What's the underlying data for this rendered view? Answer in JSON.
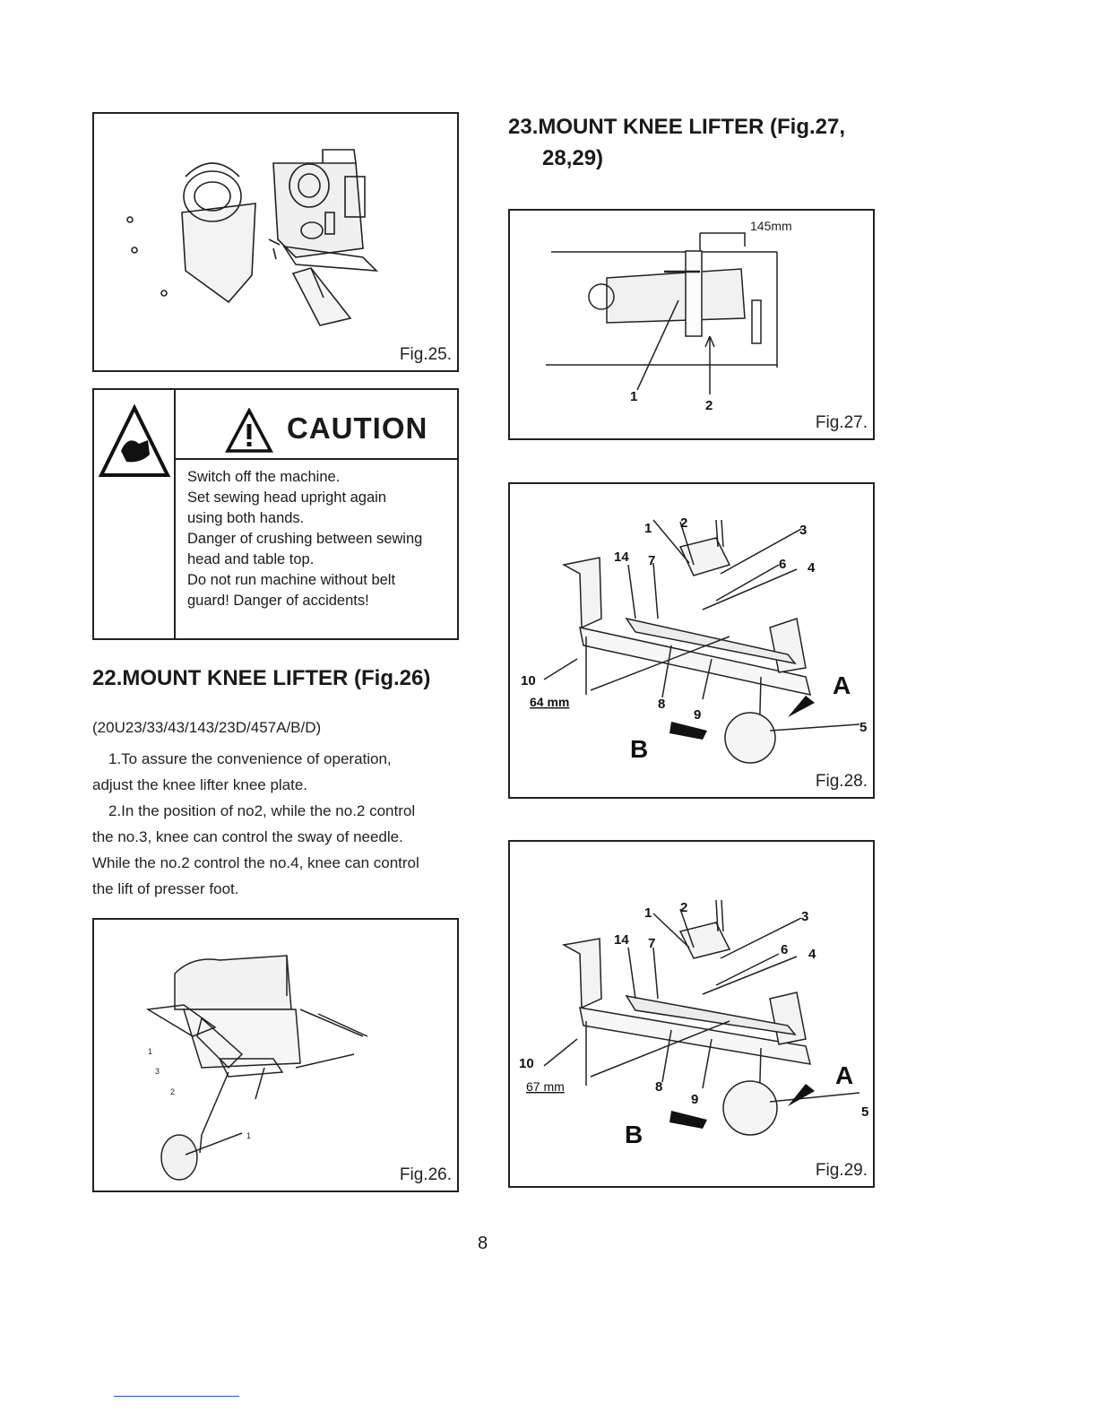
{
  "fig25": {
    "label": "Fig.25."
  },
  "caution": {
    "title": "CAUTION",
    "lines": [
      "Switch off the machine.",
      "Set sewing head upright again",
      "using both hands.",
      "Danger of crushing between sewing",
      "head and table top.",
      "Do not run machine without belt",
      "guard! Danger of accidents!"
    ]
  },
  "section22": {
    "heading": "22.MOUNT KNEE LIFTER (Fig.26)",
    "models": "(20U23/33/43/143/23D/457A/B/D)",
    "lines": [
      "1.To assure the convenience of operation,",
      "adjust the knee lifter knee plate.",
      "2.In the position of no2, while the no.2 control",
      "the no.3, knee can control the sway of needle.",
      "While the no.2 control the no.4, knee can control",
      "the lift of presser foot."
    ]
  },
  "fig26": {
    "label": "Fig.26."
  },
  "section23": {
    "heading_line1": "23.MOUNT KNEE LIFTER (Fig.27,",
    "heading_line2": "28,29)"
  },
  "fig27": {
    "label": "Fig.27.",
    "dimension": "145mm",
    "callouts": [
      "1",
      "2"
    ]
  },
  "fig28": {
    "label": "Fig.28.",
    "dimension": "64 mm",
    "callouts": [
      "1",
      "2",
      "3",
      "14",
      "7",
      "6",
      "4",
      "10",
      "8",
      "9",
      "5"
    ],
    "arrow_a": "A",
    "arrow_b": "B"
  },
  "fig29": {
    "label": "Fig.29.",
    "dimension": "67 mm",
    "callouts": [
      "1",
      "2",
      "3",
      "14",
      "7",
      "6",
      "4",
      "10",
      "8",
      "9",
      "5"
    ],
    "arrow_a": "A",
    "arrow_b": "B"
  },
  "page_number": "8"
}
